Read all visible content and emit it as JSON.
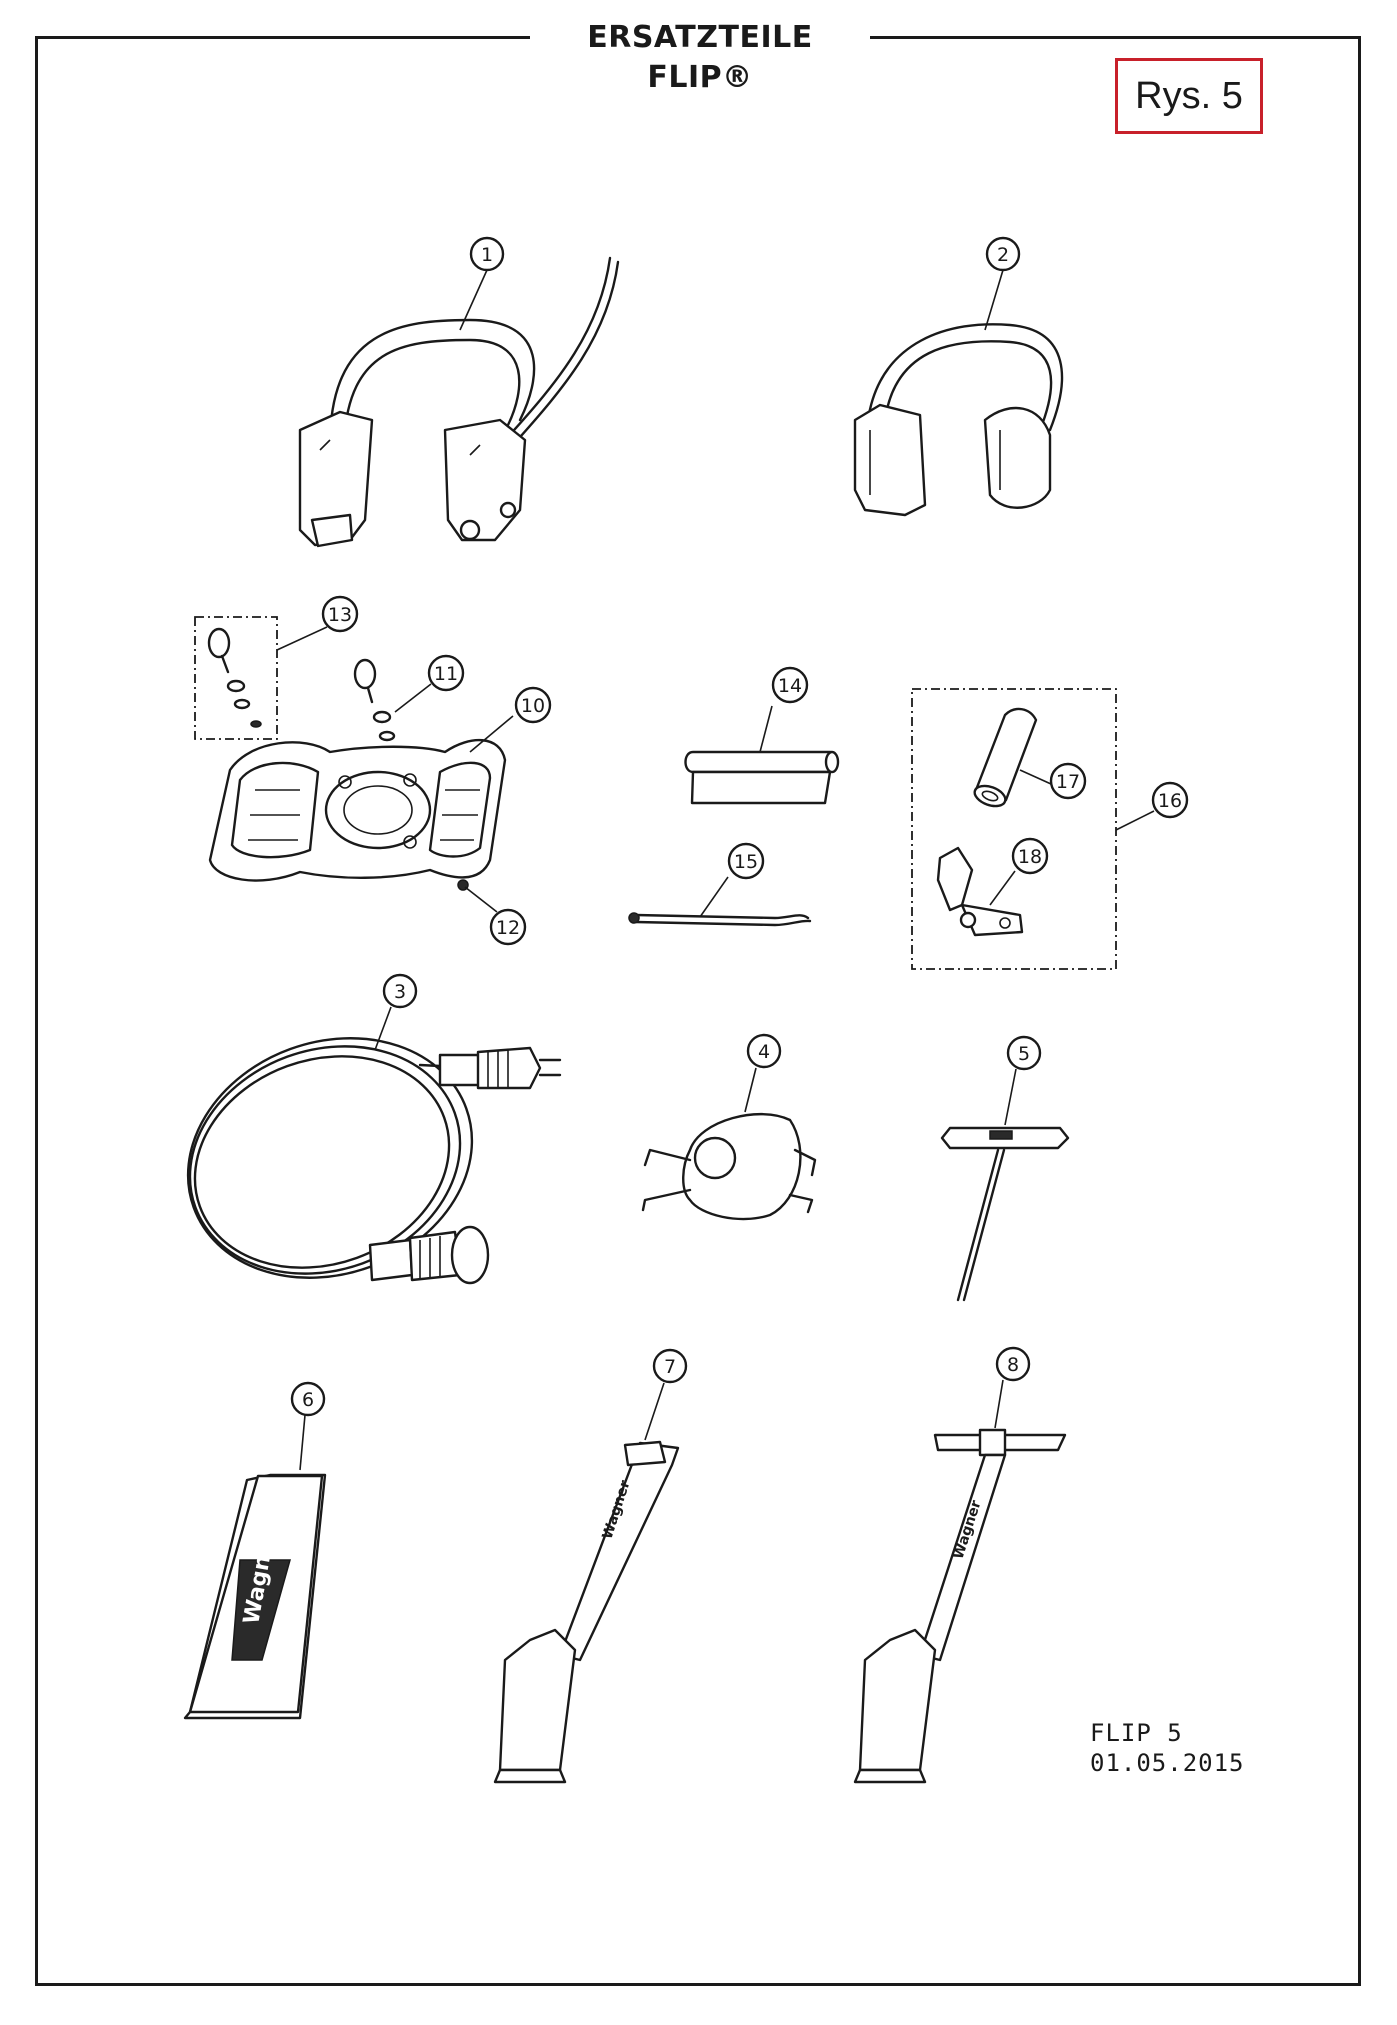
{
  "header": {
    "title": "ERSATZTEILE FLIP®",
    "figure_label": "Rys. 5"
  },
  "footer": {
    "model": "FLIP 5",
    "date": "01.05.2015"
  },
  "parts": [
    {
      "number": "1",
      "item": "headphones-with-antenna-icon"
    },
    {
      "number": "2",
      "item": "ear-muffs-icon"
    },
    {
      "number": "3",
      "item": "power-cable-icon"
    },
    {
      "number": "4",
      "item": "dust-mask-icon"
    },
    {
      "number": "5",
      "item": "t-handle-hex-key-icon"
    },
    {
      "number": "6",
      "item": "battery-pack-icon"
    },
    {
      "number": "7",
      "item": "floor-bracket-icon"
    },
    {
      "number": "8",
      "item": "floor-bracket-with-crossbar-icon"
    },
    {
      "number": "10",
      "item": "pad-plate-icon"
    },
    {
      "number": "11",
      "item": "knob-screw-icon"
    },
    {
      "number": "12",
      "item": "small-screw-icon"
    },
    {
      "number": "13",
      "item": "screw-set-icon"
    },
    {
      "number": "14",
      "item": "pad-strip-icon"
    },
    {
      "number": "15",
      "item": "cable-tie-icon"
    },
    {
      "number": "16",
      "item": "grip-set-icon"
    },
    {
      "number": "17",
      "item": "grip-sleeve-icon"
    },
    {
      "number": "18",
      "item": "clamp-icon"
    }
  ],
  "brand_marks": [
    "Wagner",
    "Wagner",
    "Wagner"
  ]
}
